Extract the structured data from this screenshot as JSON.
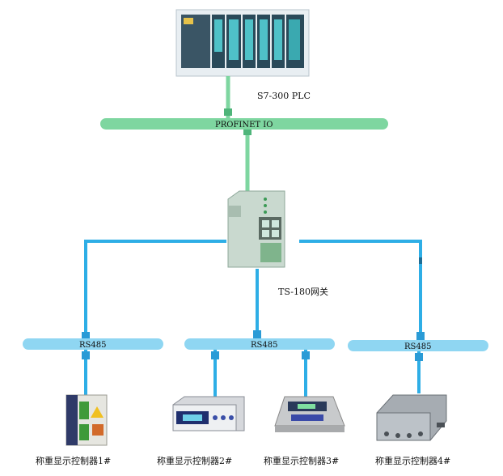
{
  "plc": {
    "label": "S7-300 PLC"
  },
  "bus": {
    "label": "PROFINET IO"
  },
  "gateway": {
    "label": "TS-180网关"
  },
  "rs485": {
    "left": "RS485",
    "middle": "RS485",
    "right": "RS485"
  },
  "controllers": {
    "c1": "称重显示控制器1#",
    "c2": "称重显示控制器2#",
    "c3": "称重显示控制器3#",
    "c4": "称重显示控制器4#"
  },
  "colors": {
    "profinet": "#7ed6a0",
    "rs485_line": "#2eaee6",
    "rs485_bar": "#8fd6f2",
    "plc_module": "#2a4a5a",
    "plc_accent": "#4fc1c8",
    "gateway_body": "#c9d9cf"
  }
}
